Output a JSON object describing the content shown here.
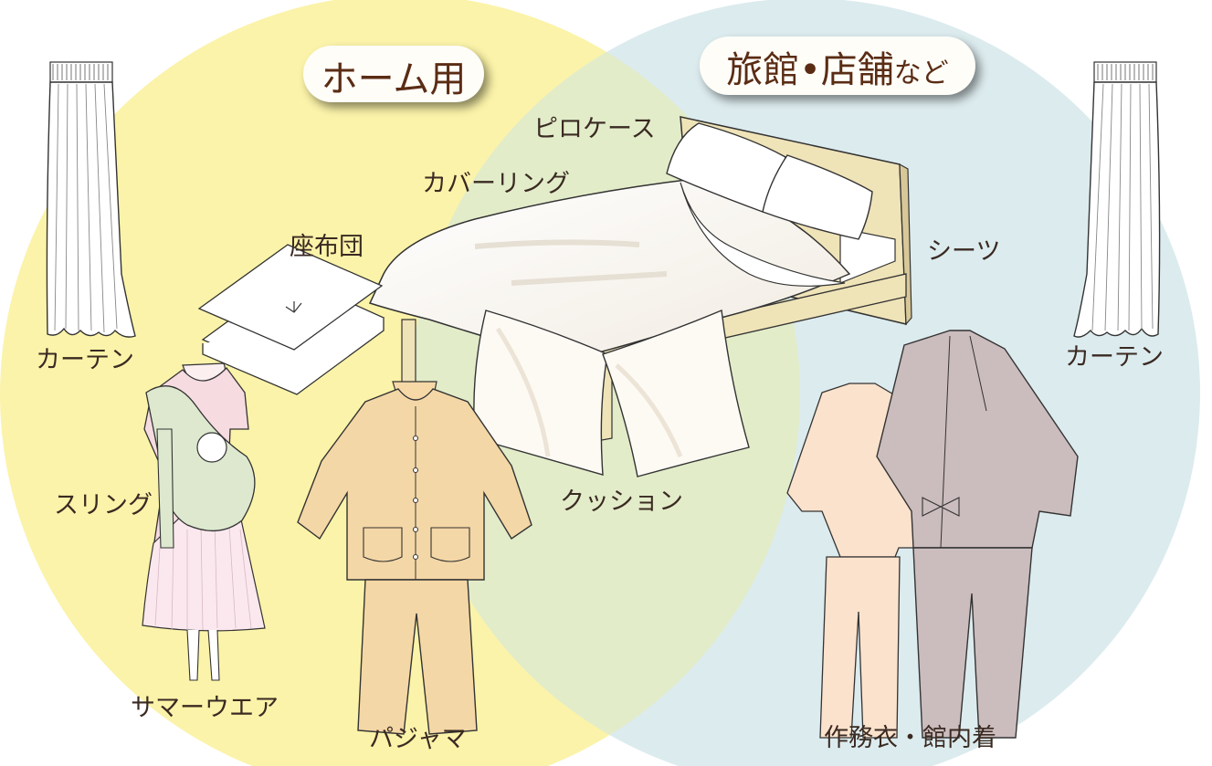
{
  "category_home": {
    "label": "ホーム用"
  },
  "category_commercial": {
    "label_main": "旅館•店舗",
    "label_suffix": "など"
  },
  "colors": {
    "home_circle": "#fbf3a9",
    "commercial_circle": "#dcebee",
    "overlap": "#e2ecc9",
    "pill_text": "#5a2c14",
    "label_text": "#3a2a22"
  },
  "items": {
    "pillowcase": "ピロケース",
    "covering": "カバーリング",
    "zabuton": "座布団",
    "sheets": "シーツ",
    "curtain_left": "カーテン",
    "curtain_right": "カーテン",
    "sling": "スリング",
    "cushion": "クッション",
    "summer_wear": "サマーウエア",
    "pajamas": "パジャマ",
    "samue": "作務衣・館内着"
  }
}
